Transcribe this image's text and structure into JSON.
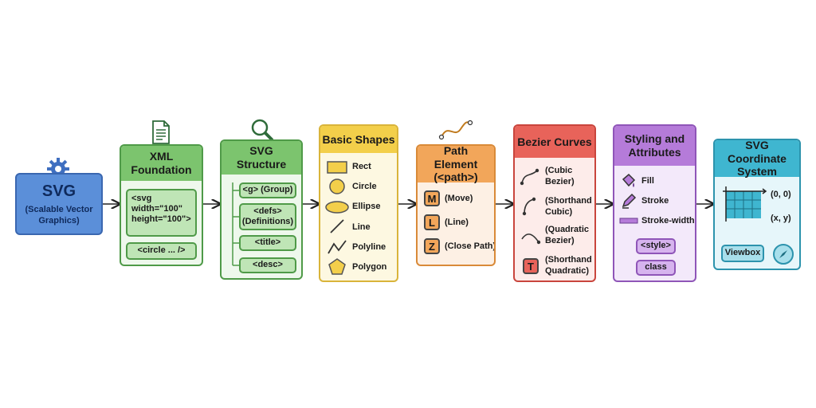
{
  "svg": {
    "title": "SVG",
    "subtitle": "(Scalable Vector Graphics)"
  },
  "xml": {
    "title": "XML Foundation",
    "code": [
      "<svg",
      "width=\"100\"",
      "height=\"100\">"
    ],
    "circle": "<circle ... />"
  },
  "structure": {
    "title": "SVG Structure",
    "items": [
      "<g> (Group)",
      "<defs> (Definitions)",
      "<title>",
      "<desc>"
    ]
  },
  "shapes": {
    "title": "Basic Shapes",
    "items": [
      "Rect",
      "Circle",
      "Ellipse",
      "Line",
      "Polyline",
      "Polygon"
    ]
  },
  "path": {
    "title": "Path Element (<path>)",
    "items": [
      {
        "letter": "M",
        "label": "(Move)"
      },
      {
        "letter": "L",
        "label": "(Line)"
      },
      {
        "letter": "Z",
        "label": "(Close Path)"
      }
    ]
  },
  "bezier": {
    "title": "Bezier Curves",
    "items": [
      "(Cubic Bezier)",
      "(Shorthand Cubic)",
      "(Quadratic Bezier)",
      "(Shorthand Quadratic)"
    ],
    "t_letter": "T"
  },
  "styling": {
    "title": "Styling and Attributes",
    "items": [
      "Fill",
      "Stroke",
      "Stroke-width"
    ],
    "chips": [
      "<style>",
      "class"
    ]
  },
  "coords": {
    "title": "SVG Coordinate System",
    "origin": "(0, 0)",
    "xy": "(x, y)",
    "viewbox": "Viewbox"
  },
  "colors": {
    "blue": "#5b8fd9",
    "green": "#7cc46e",
    "yellow": "#f3cf4a",
    "orange": "#f2a65a",
    "red": "#e8635a",
    "purple": "#b57bd9",
    "cyan": "#3fb6d0"
  }
}
